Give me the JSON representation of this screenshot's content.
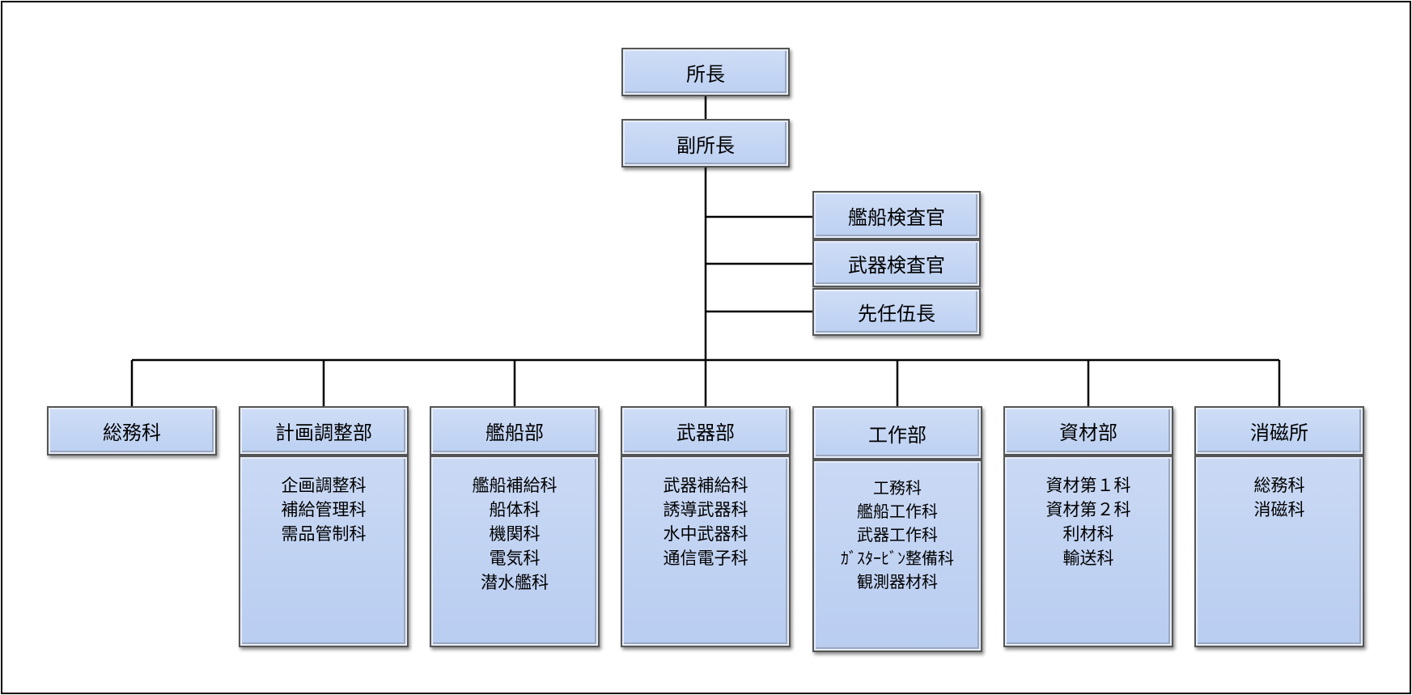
{
  "top": {
    "director": "所長",
    "deputy": "副所長"
  },
  "staff": [
    "艦船検査官",
    "武器検査官",
    "先任伍長"
  ],
  "departments": [
    {
      "name": "総務科",
      "units": []
    },
    {
      "name": "計画調整部",
      "units": [
        "企画調整科",
        "補給管理科",
        "需品管制科"
      ]
    },
    {
      "name": "艦船部",
      "units": [
        "艦船補給科",
        "船体科",
        "機関科",
        "電気科",
        "潜水艦科"
      ]
    },
    {
      "name": "武器部",
      "units": [
        "武器補給科",
        "誘導武器科",
        "水中武器科",
        "通信電子科"
      ]
    },
    {
      "name": "工作部",
      "units": [
        "工務科",
        "艦船工作科",
        "武器工作科",
        "ｶﾞｽﾀｰﾋﾞﾝ整備科",
        "観測器材科"
      ]
    },
    {
      "name": "資材部",
      "units": [
        "資材第１科",
        "資材第２科",
        "利材科",
        "輸送科"
      ]
    },
    {
      "name": "消磁所",
      "units": [
        "総務科",
        "消磁科"
      ]
    }
  ]
}
